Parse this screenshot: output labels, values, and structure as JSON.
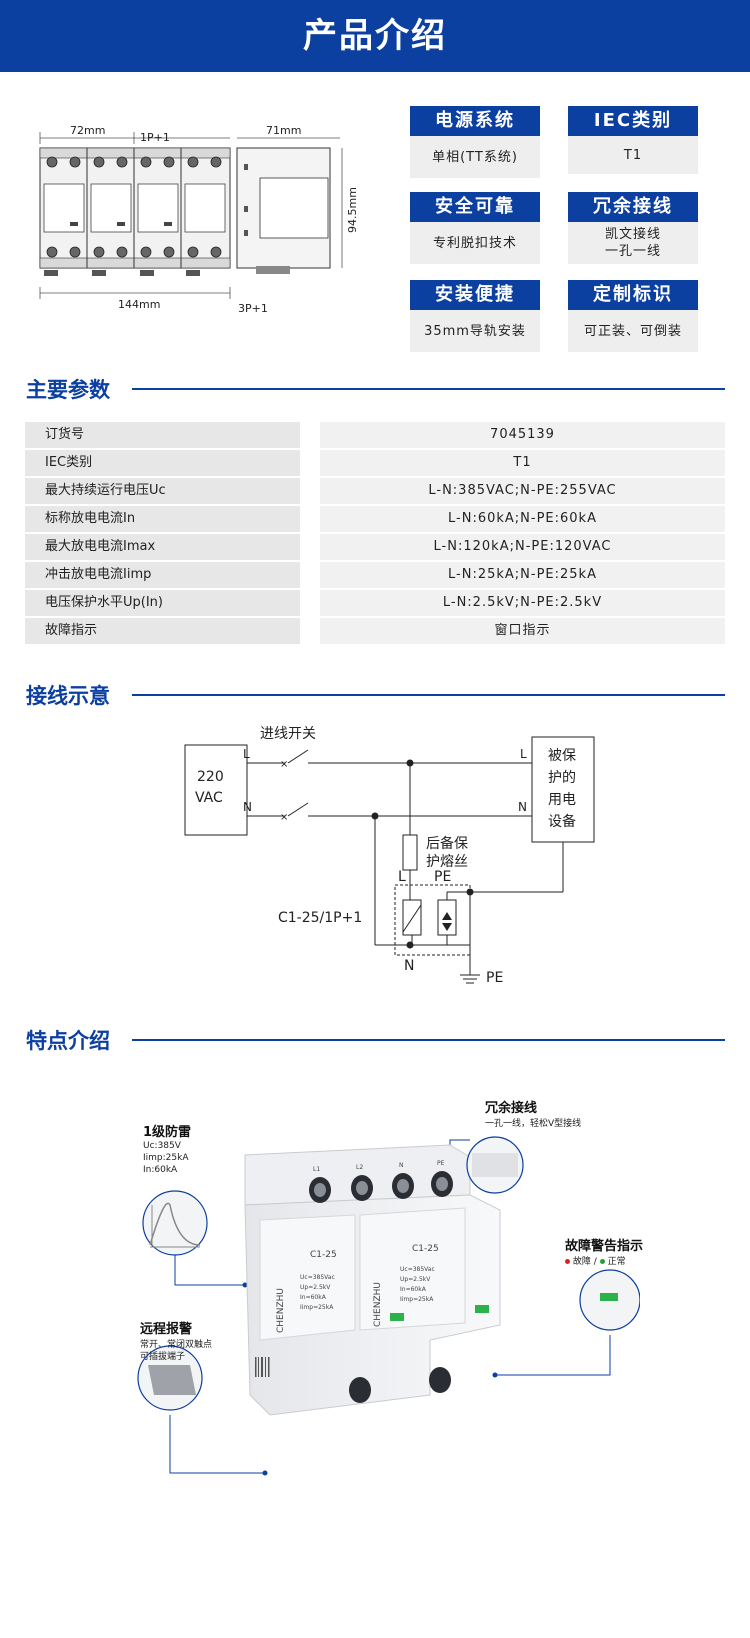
{
  "banner": {
    "title": "产品介绍"
  },
  "dims": {
    "w72": "72mm",
    "p1": "1P+1",
    "w71": "71mm",
    "h945": "94.5mm",
    "w144": "144mm",
    "p3": "3P+1"
  },
  "tags": [
    {
      "head": "电源系统",
      "body": [
        "单相(TT系统)"
      ]
    },
    {
      "head": "IEC类别",
      "body": [
        "T1"
      ]
    },
    {
      "head": "安全可靠",
      "body": [
        "专利脱扣技术"
      ]
    },
    {
      "head": "冗余接线",
      "body": [
        "凯文接线",
        "一孔一线"
      ]
    },
    {
      "head": "安装便捷",
      "body": [
        "35mm导轨安装"
      ]
    },
    {
      "head": "定制标识",
      "body": [
        "可正装、可倒装"
      ]
    }
  ],
  "sections": {
    "params": "主要参数",
    "wiring": "接线示意",
    "features": "特点介绍"
  },
  "params": [
    {
      "k": "订货号",
      "v": "7045139"
    },
    {
      "k": "IEC类别",
      "v": "T1"
    },
    {
      "k": "最大持续运行电压Uc",
      "v": "L-N:385VAC;N-PE:255VAC"
    },
    {
      "k": "标称放电电流In",
      "v": "L-N:60kA;N-PE:60kA"
    },
    {
      "k": "最大放电电流Imax",
      "v": "L-N:120kA;N-PE:120VAC"
    },
    {
      "k": "冲击放电电流Iimp",
      "v": "L-N:25kA;N-PE:25kA"
    },
    {
      "k": "电压保护水平Up(In)",
      "v": "L-N:2.5kV;N-PE:2.5kV"
    },
    {
      "k": "故障指示",
      "v": "窗口指示"
    }
  ],
  "wiring": {
    "source_v": "220",
    "source_u": "VAC",
    "switch": "进线开关",
    "L": "L",
    "N": "N",
    "PE": "PE",
    "device": [
      "被保",
      "护的",
      "用电",
      "设备"
    ],
    "fuse": [
      "后备保",
      "护熔丝"
    ],
    "model": "C1-25/1P+1"
  },
  "features": {
    "f1_title": "1级防雷",
    "f1_sub": [
      "Uc:385V",
      "Iimp:25kA",
      "In:60kA"
    ],
    "f2_title": "冗余接线",
    "f2_sub": "一孔一线，轻松V型接线",
    "f3_title": "故障警告指示",
    "f3_fault": "故障",
    "f3_sep": "/",
    "f3_ok": "正常",
    "f4_title": "远程报警",
    "f4_sub": [
      "常开、常闭双触点",
      "可插拔端子"
    ],
    "product": {
      "brand": "CHENZHU",
      "model": "C1-25",
      "model2": "C1-25",
      "spec1": [
        "Uc=385Vac",
        "Up=2.5kV",
        "In=60kA",
        "Iimp=25kA"
      ],
      "spec2": [
        "Uc=385Vac",
        "Up=2.5kV",
        "In=60kA",
        "Iimp=25kA"
      ],
      "terms": [
        "L1",
        "L2",
        "N",
        "PE"
      ]
    }
  },
  "colors": {
    "brand": "#0b3fa0",
    "fault": "#e02020",
    "ok": "#22a03a"
  }
}
